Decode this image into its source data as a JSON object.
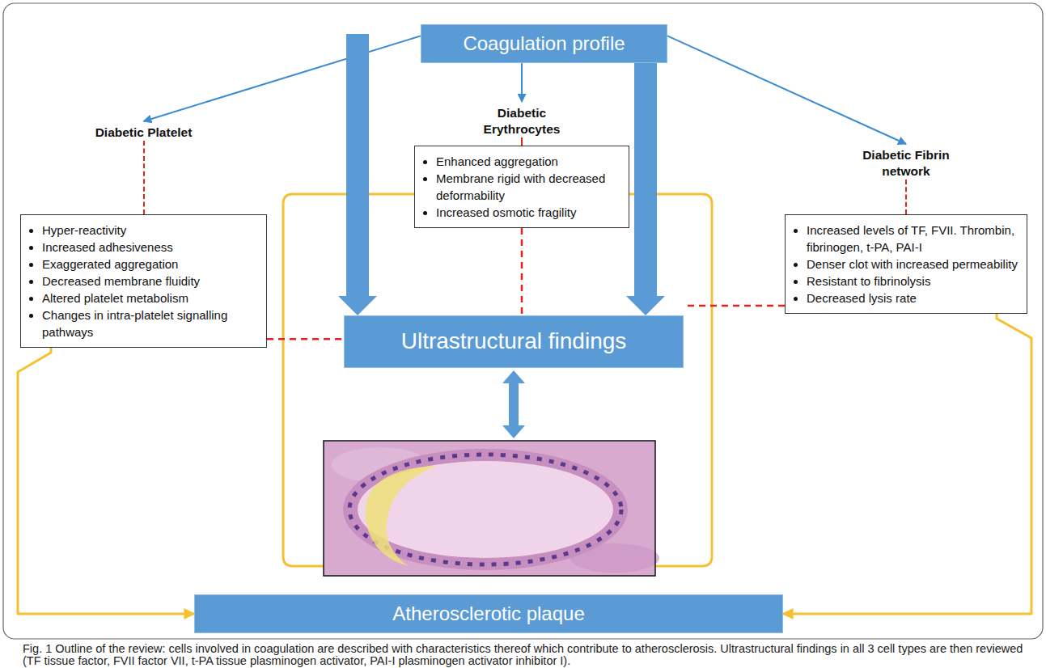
{
  "diagram": {
    "caption": "Fig. 1 Outline of the review: cells involved in coagulation are described with characteristics thereof which contribute to atherosclerosis. Ultrastructural findings in all 3 cell types are then reviewed (TF tissue factor, FVII factor VII, t-PA tissue plasminogen activator, PAI-I plasminogen activator inhibitor I).",
    "nodes": [
      {
        "text": [
          "Coagulation profile"
        ]
      },
      {
        "text": [
          "Diabetic Platelet",
          "Hyper-reactivity",
          "Increased adhesiveness",
          "Exaggerated aggregation",
          "Decreased membrane fluidity",
          "Altered platelet metabolism",
          "Changes in intra-platelet signalling pathways"
        ]
      },
      {
        "text": [
          "Diabetic Erythrocytes",
          "Enhanced aggregation",
          "Membrane rigid with decreased deformability",
          "Increased osmotic fragility"
        ]
      },
      {
        "text": [
          "Diabetic Fibrin network",
          "Increased levels of TF, FVII. Thrombin, fibrinogen, t-PA, PAI-I",
          "Denser clot with increased permeability",
          "Resistant to fibrinolysis",
          "Decreased lysis rate"
        ]
      },
      {
        "text": [
          "Ultrastructural findings"
        ]
      },
      {
        "text": [
          "Atherosclerotic plaque"
        ]
      }
    ],
    "edges": [
      {
        "from": 0,
        "to": 1,
        "arrow": "to"
      },
      {
        "from": 0,
        "to": 2,
        "arrow": "to"
      },
      {
        "from": 0,
        "to": 3,
        "arrow": "to"
      },
      {
        "from": 0,
        "to": 4,
        "arrow": "to"
      },
      {
        "from": 0,
        "to": 4,
        "arrow": "to"
      },
      {
        "from": 1,
        "to": 4,
        "arrow": "none"
      },
      {
        "from": 2,
        "to": 4,
        "arrow": "none"
      },
      {
        "from": 3,
        "to": 4,
        "arrow": "none"
      },
      {
        "from": 1,
        "to": 5,
        "arrow": "to"
      },
      {
        "from": 3,
        "to": 5,
        "arrow": "to"
      }
    ]
  }
}
